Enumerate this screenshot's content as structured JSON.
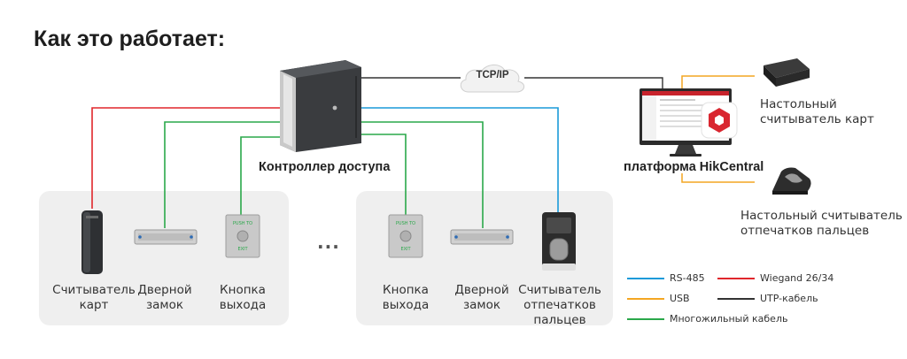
{
  "title": "Как это работает:",
  "network": "TCP/IP",
  "controller_label": "Контроллер доступа",
  "platform_label": "платформа HikCentral",
  "ellipsis": "...",
  "desktop_card_reader": "Настольный\nсчитыватель карт",
  "desktop_fp_reader": "Настольный считыватель\nотпечатков пальцев",
  "left_group": {
    "card_reader": "Считыватель\nкарт",
    "door_lock": "Дверной\nзамок",
    "exit_button": "Кнопка\nвыхода"
  },
  "right_group": {
    "exit_button": "Кнопка\nвыхода",
    "door_lock": "Дверной\nзамок",
    "fp_reader": "Считыватель\nотпечатков\nпальцев"
  },
  "button_text_top": "PUSH TO",
  "button_text_bottom": "EXIT",
  "legend": [
    {
      "label": "RS-485",
      "color": "#1a9ad9"
    },
    {
      "label": "Wiegand 26/34",
      "color": "#e0262b"
    },
    {
      "label": "USB",
      "color": "#f4a622"
    },
    {
      "label": "UTP-кабель",
      "color": "#333333"
    },
    {
      "label": "Многожильный кабель",
      "color": "#2aa84a"
    }
  ],
  "colors": {
    "rs485": "#1a9ad9",
    "wiegand": "#e0262b",
    "usb": "#f4a622",
    "utp": "#333333",
    "multicore": "#2aa84a"
  }
}
